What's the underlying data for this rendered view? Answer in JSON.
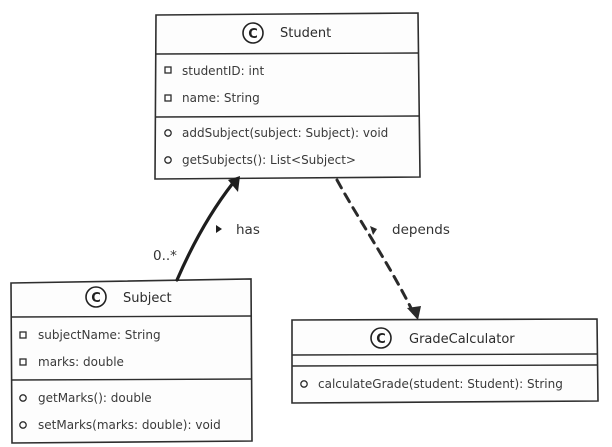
{
  "classes": {
    "student": {
      "name": "Student",
      "fields": [
        "studentID: int",
        "name: String"
      ],
      "methods": [
        "addSubject(subject: Subject): void",
        "getSubjects(): List<Subject>"
      ]
    },
    "subject": {
      "name": "Subject",
      "fields": [
        "subjectName: String",
        "marks: double"
      ],
      "methods": [
        "getMarks(): double",
        "setMarks(marks: double): void"
      ]
    },
    "gradecalc": {
      "name": "GradeCalculator",
      "fields": [],
      "methods": [
        "calculateGrade(student: Student): String"
      ]
    }
  },
  "class_glyph": "C",
  "relations": {
    "has": {
      "label": "has",
      "multiplicity": "0..*"
    },
    "depends": {
      "label": "depends"
    }
  }
}
